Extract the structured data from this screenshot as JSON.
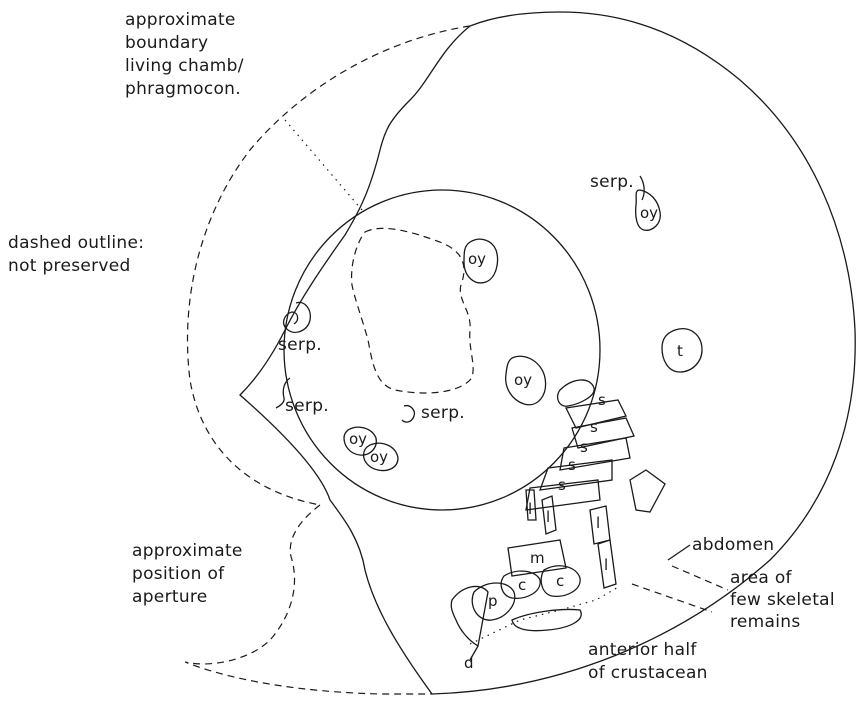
{
  "annotations": {
    "boundary_line1": "approximate",
    "boundary_line2": "boundary",
    "boundary_line3": "living chamb/",
    "boundary_line4": "phragmocon.",
    "dashed_line1": "dashed outline:",
    "dashed_line2": "not preserved",
    "aperture_line1": "approximate",
    "aperture_line2": "position of",
    "aperture_line3": "aperture",
    "abdomen": "abdomen",
    "area_line1": "area of",
    "area_line2": "few skeletal",
    "area_line3": "remains",
    "anterior_line1": "anterior half",
    "anterior_line2": "of crustacean"
  },
  "markers": {
    "serp": "serp.",
    "oy": "oy",
    "t": "t",
    "s": "s",
    "l": "l",
    "m": "m",
    "c": "c",
    "p": "p",
    "d": "d"
  }
}
